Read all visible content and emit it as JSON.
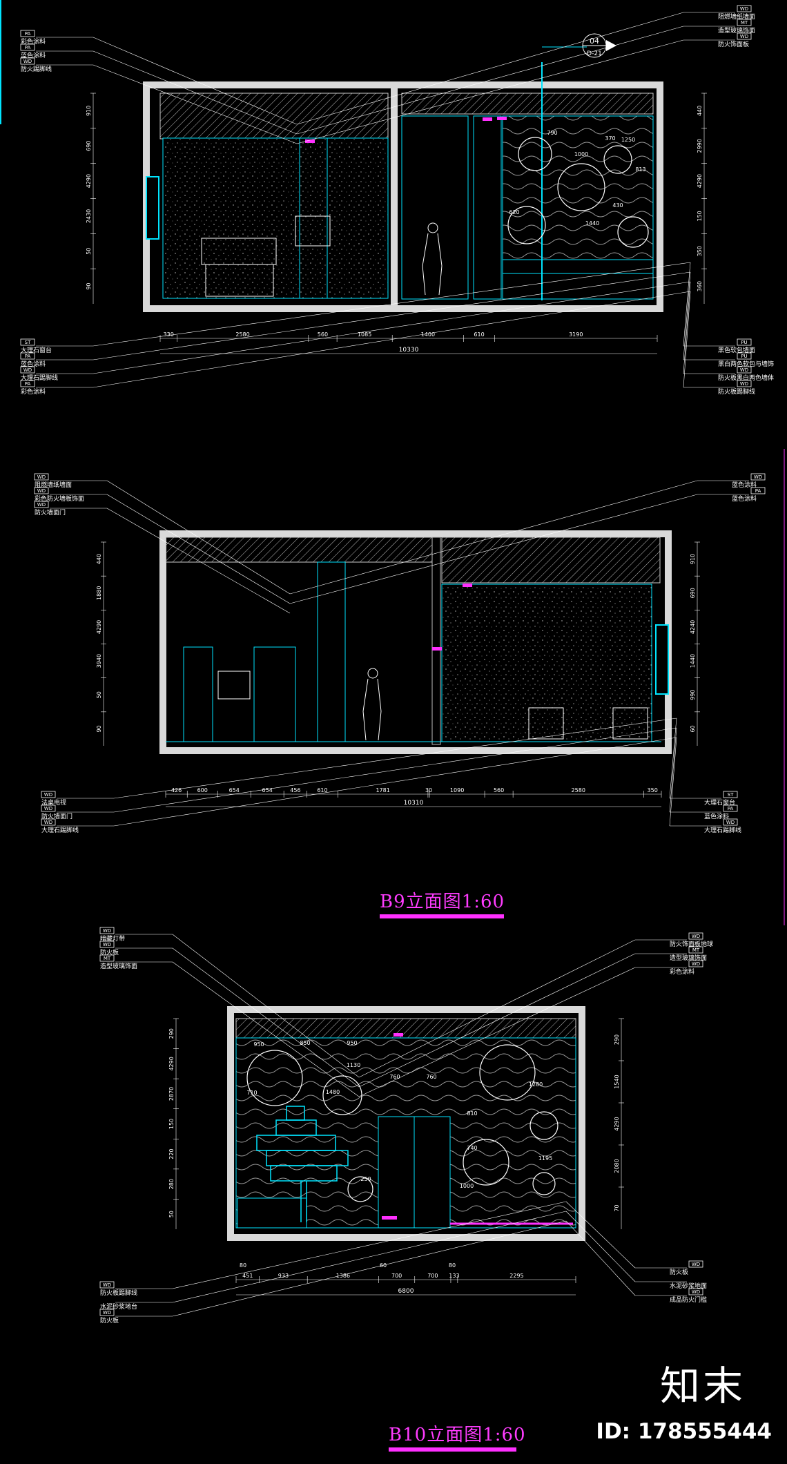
{
  "colors": {
    "background": "#000000",
    "line": "#00e5ff",
    "wall": "#d9d9d9",
    "hatch": "#cfcfcf",
    "accent": "#ff30ff",
    "text": "#ffffff"
  },
  "elevations": [
    {
      "id": "top",
      "title": "",
      "callouts_left": [
        {
          "code": "PA",
          "text": "彩色涂料"
        },
        {
          "code": "PA",
          "text": "蓝色涂料"
        },
        {
          "code": "WD",
          "text": "防火踢脚线"
        }
      ],
      "callouts_right": [
        {
          "code": "WD",
          "text": "阻燃墙纸墙面"
        },
        {
          "code": "MT",
          "text": "造型玻璃饰面"
        },
        {
          "code": "WD",
          "text": "防火饰面板"
        }
      ],
      "callouts_left_bottom": [
        {
          "code": "ST",
          "text": "大理石窗台"
        },
        {
          "code": "PA",
          "text": "蓝色涂料"
        },
        {
          "code": "WD",
          "text": "大理石踢脚线"
        },
        {
          "code": "PA",
          "text": "彩色涂料"
        }
      ],
      "callouts_right_bottom": [
        {
          "code": "PU",
          "text": "黑色软包墙面"
        },
        {
          "code": "PU",
          "text": "黑白两色软包与墙饰"
        },
        {
          "code": "WD",
          "text": "防火板黑白两色墙体"
        },
        {
          "code": "WD",
          "text": "防火板踢脚线"
        }
      ],
      "section_tag": {
        "num": "04",
        "ref": "D-21"
      },
      "dims_left": [
        "910",
        "690",
        "4290",
        "2430",
        "50",
        "90"
      ],
      "dims_right": [
        "440",
        "2990",
        "4290",
        "150",
        "350",
        "360"
      ],
      "dims_bottom": [
        "330",
        "2580",
        "560",
        "1085",
        "1400",
        "610",
        "3190"
      ],
      "total": "10330",
      "circle_labels": [
        "790",
        "1000",
        "370",
        "1250",
        "620",
        "1440",
        "813",
        "430"
      ]
    },
    {
      "id": "b9",
      "title": "B9立面图1:60",
      "callouts_left": [
        {
          "code": "WD",
          "text": "阻燃墙纸墙面"
        },
        {
          "code": "WD",
          "text": "彩色防火墙板饰面"
        },
        {
          "code": "WD",
          "text": "防火墙面门"
        }
      ],
      "callouts_right": [
        {
          "code": "WD",
          "text": "蓝色涂料"
        },
        {
          "code": "PA",
          "text": "蓝色涂料"
        }
      ],
      "callouts_left_bottom": [
        {
          "code": "WD",
          "text": "法桌电视"
        },
        {
          "code": "WD",
          "text": "防火墙面门"
        },
        {
          "code": "WD",
          "text": "大理石踢脚线"
        }
      ],
      "callouts_right_bottom": [
        {
          "code": "ST",
          "text": "大理石窗台"
        },
        {
          "code": "PA",
          "text": "蓝色涂料"
        },
        {
          "code": "WD",
          "text": "大理石踢脚线"
        }
      ],
      "dims_left": [
        "440",
        "1880",
        "4290",
        "3940",
        "50",
        "90"
      ],
      "dims_right": [
        "910",
        "690",
        "4240",
        "1440",
        "990",
        "60"
      ],
      "dims_bottom": [
        "426",
        "600",
        "654",
        "654",
        "456",
        "610",
        "1781",
        "30",
        "1090",
        "560",
        "2580",
        "350"
      ],
      "total": "10310"
    },
    {
      "id": "b10",
      "title": "B10立面图1:60",
      "callouts_left": [
        {
          "code": "WD",
          "text": "暗藏灯带"
        },
        {
          "code": "WD",
          "text": "防火板"
        },
        {
          "code": "MT",
          "text": "造型玻璃饰面"
        }
      ],
      "callouts_right": [
        {
          "code": "WD",
          "text": "防火饰面板地球"
        },
        {
          "code": "MT",
          "text": "造型玻璃饰面"
        },
        {
          "code": "WD",
          "text": "彩色涂料"
        }
      ],
      "callouts_left_bottom": [
        {
          "code": "WD",
          "text": "防火板踢脚线"
        },
        {
          "code": "",
          "text": "水泥砂浆地台"
        },
        {
          "code": "WD",
          "text": "防火板"
        }
      ],
      "callouts_right_bottom": [
        {
          "code": "WD",
          "text": "防火板"
        },
        {
          "code": "",
          "text": "水泥砂浆地面"
        },
        {
          "code": "WD",
          "text": "成品防火门槛"
        }
      ],
      "dims_left": [
        "290",
        "4290",
        "2870",
        "150",
        "220",
        "280",
        "50"
      ],
      "dims_right": [
        "290",
        "1540",
        "4290",
        "2080",
        "70"
      ],
      "dims_bottom": [
        "451",
        "933",
        "1386",
        "700",
        "700",
        "133",
        "2295"
      ],
      "dims_bottom_small": [
        "80",
        "60",
        "80"
      ],
      "total": "6800",
      "circle_labels": [
        "950",
        "850",
        "950",
        "710",
        "1480",
        "1130",
        "760",
        "760",
        "1280",
        "810",
        "740",
        "1000",
        "250",
        "1195"
      ]
    }
  ],
  "logo": {
    "text": "知末",
    "id": "ID: 178555444"
  }
}
